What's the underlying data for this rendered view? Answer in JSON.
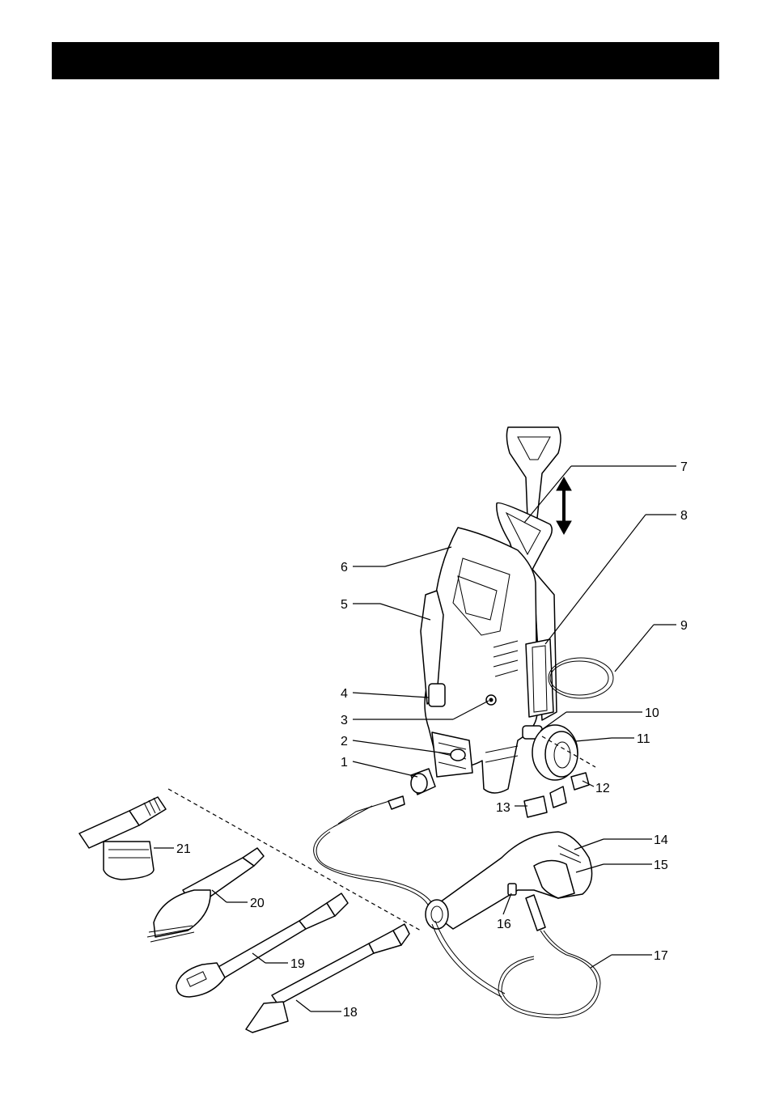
{
  "header": {
    "text": ""
  },
  "figure": {
    "callouts": [
      {
        "id": "c1",
        "label": "1"
      },
      {
        "id": "c2",
        "label": "2"
      },
      {
        "id": "c3",
        "label": "3"
      },
      {
        "id": "c4",
        "label": "4"
      },
      {
        "id": "c5",
        "label": "5"
      },
      {
        "id": "c6",
        "label": "6"
      },
      {
        "id": "c7",
        "label": "7"
      },
      {
        "id": "c8",
        "label": "8"
      },
      {
        "id": "c9",
        "label": "9"
      },
      {
        "id": "c10",
        "label": "10"
      },
      {
        "id": "c11",
        "label": "11"
      },
      {
        "id": "c12",
        "label": "12"
      },
      {
        "id": "c13",
        "label": "13"
      },
      {
        "id": "c14",
        "label": "14"
      },
      {
        "id": "c15",
        "label": "15"
      },
      {
        "id": "c16",
        "label": "16"
      },
      {
        "id": "c17",
        "label": "17"
      },
      {
        "id": "c18",
        "label": "18"
      },
      {
        "id": "c19",
        "label": "19"
      },
      {
        "id": "c20",
        "label": "20"
      },
      {
        "id": "c21",
        "label": "21"
      }
    ]
  }
}
